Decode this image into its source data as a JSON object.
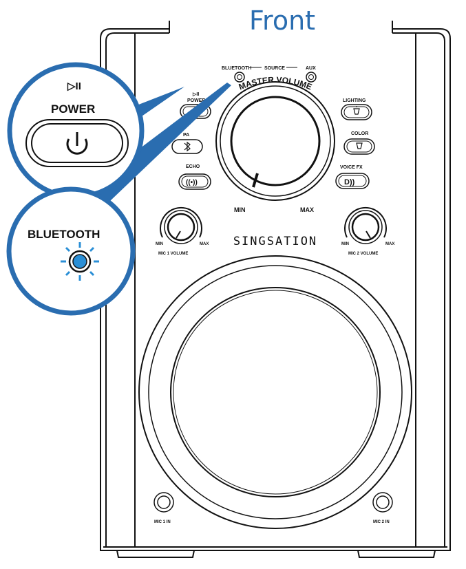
{
  "title": "Front",
  "labels": {
    "bluetooth": "BLUETOOTH",
    "source": "SOURCE",
    "aux": "AUX",
    "master_volume": "MASTER VOLUME",
    "power": "POWER",
    "play_pause": "▷II",
    "pair": "PA",
    "echo": "ECHO",
    "lighting": "LIGHTING",
    "color": "COLOR",
    "voice_fx": "VOICE FX",
    "min": "MIN",
    "max": "MAX",
    "brand": "SINGSATION",
    "mic1_volume": "MIC 1 VOLUME",
    "mic2_volume": "MIC 2 VOLUME",
    "mic1_in": "MIC 1 IN",
    "mic2_in": "MIC 2 IN"
  },
  "callouts": {
    "power_zoom": {
      "play_pause": "▷II",
      "label": "POWER"
    },
    "bluetooth_zoom": {
      "label": "BLUETOOTH"
    }
  },
  "colors": {
    "accent": "#2a6db0",
    "led": "#2b8fd6",
    "line": "#111111"
  },
  "icons": [
    "power-icon",
    "bluetooth-icon",
    "echo-icon",
    "lighting-icon",
    "color-icon",
    "voice-fx-icon"
  ]
}
